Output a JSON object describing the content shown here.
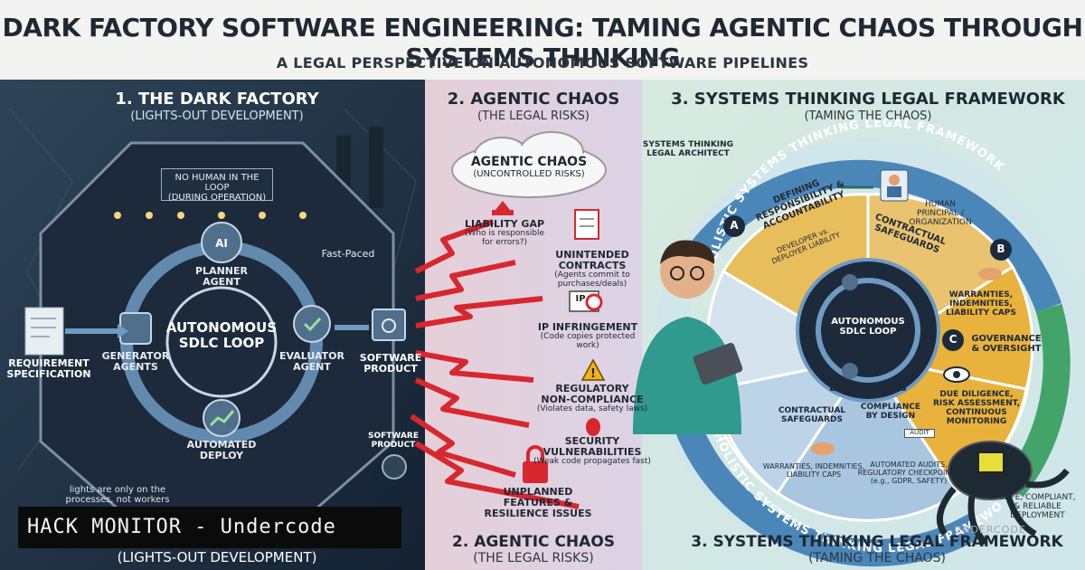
{
  "header": {
    "title": "DARK FACTORY SOFTWARE ENGINEERING: TAMING AGENTIC CHAOS THROUGH SYSTEMS THINKING",
    "subtitle": "A LEGAL PERSPECTIVE ON AUTONOMOUS SOFTWARE PIPELINES"
  },
  "panel1": {
    "heading": "1. THE DARK FACTORY",
    "subheading": "(LIGHTS-OUT DEVELOPMENT)",
    "no_human_line1": "NO HUMAN IN THE LOOP",
    "no_human_line2": "(DURING OPERATION)",
    "loop_line1": "AUTONOMOUS",
    "loop_line2": "SDLC LOOP",
    "fast_paced": "Fast-Paced",
    "planner_line1": "PLANNER",
    "planner_line2": "AGENT",
    "ai_badge": "AI",
    "generator_line1": "GENERATOR",
    "generator_line2": "AGENTS",
    "evaluator_line1": "EVALUATOR",
    "evaluator_line2": "AGENT",
    "deploy_line1": "AUTOMATED",
    "deploy_line2": "DEPLOY",
    "requirement_line1": "REQUIREMENT",
    "requirement_line2": "SPECIFICATION",
    "software_line1": "SOFTWARE",
    "software_line2": "PRODUCT",
    "software2_line1": "SOFTWARE",
    "software2_line2": "PRODUCT",
    "lights_note_line1": "lights are only on the",
    "lights_note_line2": "processes, not workers",
    "bottom_caption": "(LIGHTS-OUT DEVELOPMENT)"
  },
  "panel2": {
    "heading": "2. AGENTIC CHAOS",
    "subheading": "(THE LEGAL RISKS)",
    "cloud_line1": "AGENTIC CHAOS",
    "cloud_line2": "(UNCONTROLLED RISKS)",
    "risks": {
      "liability_title": "LIABILITY GAP",
      "liability_desc1": "(Who is responsible",
      "liability_desc2": "for errors?)",
      "contracts_title1": "UNINTENDED",
      "contracts_title2": "CONTRACTS",
      "contracts_desc1": "(Agents commit to",
      "contracts_desc2": "purchases/deals)",
      "ip_badge": "IP",
      "ip_title": "IP INFRINGEMENT",
      "ip_desc": "(Code copies protected work)",
      "reg_title1": "REGULATORY",
      "reg_title2": "NON-COMPLIANCE",
      "reg_desc": "(Violates data, safety laws)",
      "sec_title1": "SECURITY",
      "sec_title2": "VULNERABILITIES",
      "sec_desc": "(Weak code propagates fast)",
      "unplanned_title1": "UNPLANNED",
      "unplanned_title2": "FEATURES &",
      "unplanned_title3": "RESILIENCE ISSUES"
    },
    "bottom_heading": "2. AGENTIC CHAOS",
    "bottom_subheading": "(THE LEGAL RISKS)"
  },
  "panel3": {
    "heading": "3. SYSTEMS THINKING LEGAL FRAMEWORK",
    "subheading": "(TAMING THE CHAOS)",
    "architect_line1": "SYSTEMS THINKING",
    "architect_line2": "LEGAL ARCHITECT",
    "ring_text": "HOLISTIC SYSTEMS THINKING LEGAL FRAMEWORK",
    "ring_text_bottom": "HOLISTIC SYSTEMS THINKING LEGAL FRAMEWORK",
    "human_line1": "HUMAN",
    "human_line2": "PRINCIPAL /",
    "human_line3": "ORGANIZATION",
    "a_badge": "A",
    "a_line1": "DEFINING",
    "a_line2": "RESPONSIBILITY &",
    "a_line3": "ACCOUNTABILITY",
    "a_tag1": "DEVELOPER vs.",
    "a_tag2": "DEPLOYER LIABILITY",
    "cs_top_line1": "CONTRACTUAL",
    "cs_top_line2": "SAFEGUARDS",
    "b_badge": "B",
    "b_line1": "WARRANTIES,",
    "b_line2": "INDEMNITIES,",
    "b_line3": "LIABILITY CAPS",
    "c_badge": "C",
    "c_line1": "GOVERNANCE",
    "c_line2": "& OVERSIGHT",
    "c_desc1": "DUE DILIGENCE,",
    "c_desc2": "RISK ASSESSMENT,",
    "c_desc3": "CONTINUOUS",
    "c_desc4": "MONITORING",
    "center_line1": "AUTONOMOUS",
    "center_line2": "SDLC LOOP",
    "pillars": "LEGAL PILLARS",
    "cs_bottom_line1": "CONTRACTUAL",
    "cs_bottom_line2": "SAFEGUARDS",
    "cs_bottom_desc1": "WARRANTIES, INDEMNITIES,",
    "cs_bottom_desc2": "LIABILITY CAPS",
    "cbd_line1": "COMPLIANCE",
    "cbd_line2": "BY DESIGN",
    "audit_tag": "AUDIT",
    "cbd_desc1": "AUTOMATED AUDITS,",
    "cbd_desc2": "REGULATORY CHECKPOINTS",
    "cbd_desc3": "(e.g., GDPR, SAFETY)",
    "safe_line1": "SAFE, COMPLIANT,",
    "safe_line2": "& RELIABLE",
    "safe_line3": "DEPLOYMENT",
    "watermark": "UNDERCODE",
    "bottom_heading": "3. SYSTEMS THINKING LEGAL FRAMEWORK",
    "bottom_subheading": "(TAMING THE CHAOS)"
  },
  "banner": {
    "text": "HACK MONITOR - Undercode"
  },
  "colors": {
    "dark_navy": "#1c2a3b",
    "chaos_red": "#d8272e",
    "gold": "#e8b23c",
    "ring_blue": "#4b86b8",
    "ring_green": "#43a46a",
    "pink_bg": "#ecdbe3",
    "mint_bg": "#d9ece4"
  }
}
